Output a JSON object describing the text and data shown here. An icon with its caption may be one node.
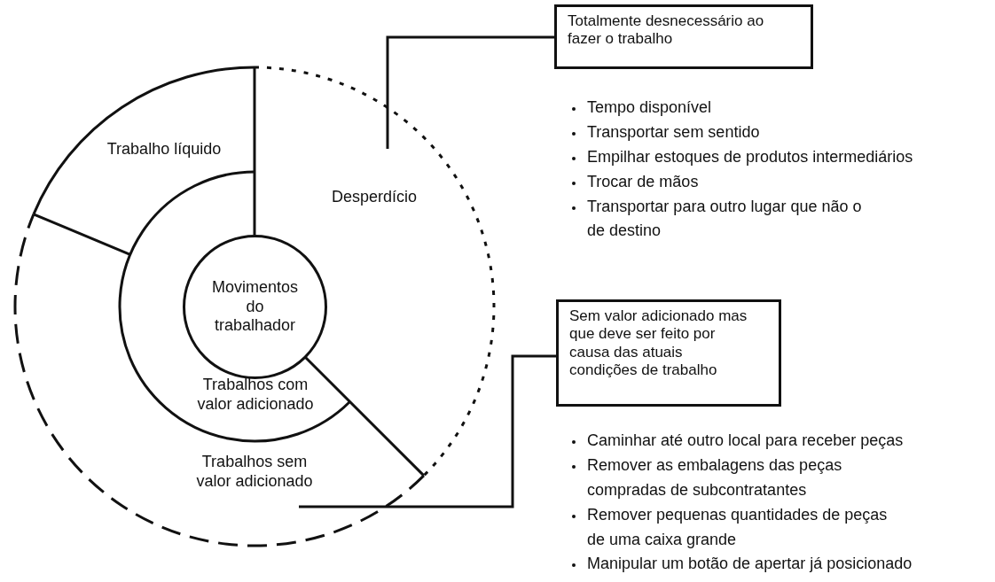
{
  "diagram": {
    "nodes": [
      {
        "text": [
          "Movimentos do trabalhador"
        ]
      },
      {
        "text": [
          "Trabalho líquido"
        ]
      },
      {
        "text": [
          "Desperdício"
        ]
      },
      {
        "text": [
          "Trabalhos com valor adicionado"
        ]
      },
      {
        "text": [
          "Trabalhos sem valor adicionado"
        ]
      },
      {
        "text": [
          "Totalmente desnecessário ao fazer o trabalho"
        ],
        "beside": [
          "Tempo disponível",
          "Transportar sem sentido",
          "Empilhar estoques de produtos intermediários",
          "Trocar de mãos",
          "Transportar para outro lugar que não o de destino"
        ]
      },
      {
        "text": [
          "Sem valor adicionado mas que deve ser feito por causa das atuais condições de trabalho"
        ],
        "beside": [
          "Caminhar até outro local para receber peças",
          "Remover as embalagens das peças compradas de subcontratantes",
          "Remover pequenas quantidades de peças de uma caixa grande",
          "Manipular um botão de apertar já posicionado"
        ]
      }
    ],
    "edges": [
      {
        "from": 5,
        "to": 2,
        "arrow": "none"
      },
      {
        "from": 6,
        "to": 4,
        "arrow": "none"
      }
    ]
  }
}
